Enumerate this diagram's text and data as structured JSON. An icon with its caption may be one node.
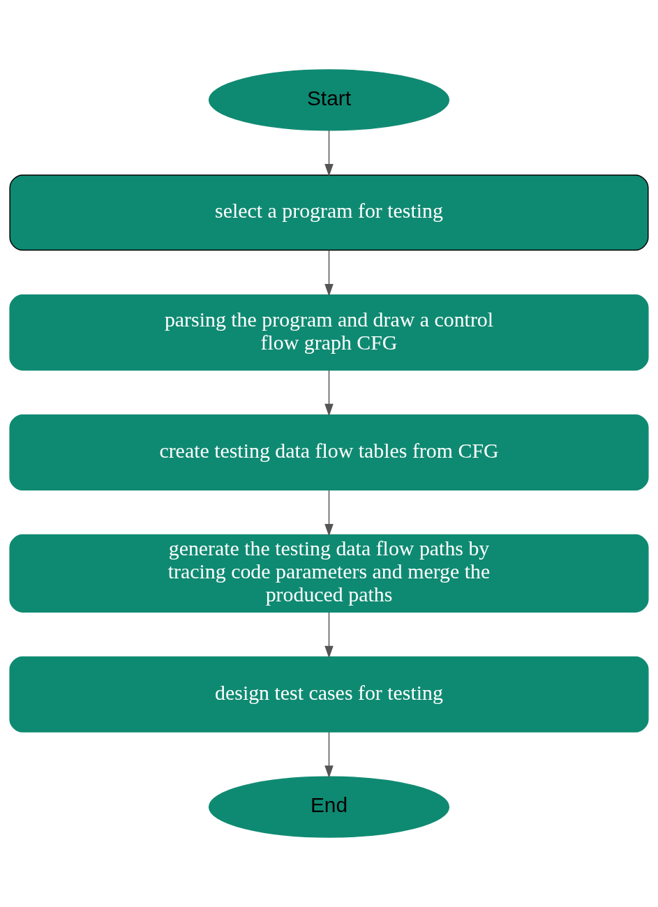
{
  "diagram": {
    "nodes": [
      {
        "text": [
          "Start"
        ]
      },
      {
        "text": [
          "select a program for testing"
        ]
      },
      {
        "text": [
          "parsing the program and draw a control flow graph CFG"
        ]
      },
      {
        "text": [
          "create testing data flow tables from CFG"
        ]
      },
      {
        "text": [
          "generate the testing data flow paths by tracing code parameters and merge the produced paths"
        ]
      },
      {
        "text": [
          "design test cases for testing"
        ]
      },
      {
        "text": [
          "End"
        ]
      }
    ],
    "edges": [
      {
        "from": 0,
        "to": 1,
        "arrow": "to"
      },
      {
        "from": 1,
        "to": 2,
        "arrow": "to"
      },
      {
        "from": 2,
        "to": 3,
        "arrow": "to"
      },
      {
        "from": 3,
        "to": 4,
        "arrow": "to"
      },
      {
        "from": 4,
        "to": 5,
        "arrow": "to"
      },
      {
        "from": 5,
        "to": 6,
        "arrow": "to"
      }
    ]
  }
}
